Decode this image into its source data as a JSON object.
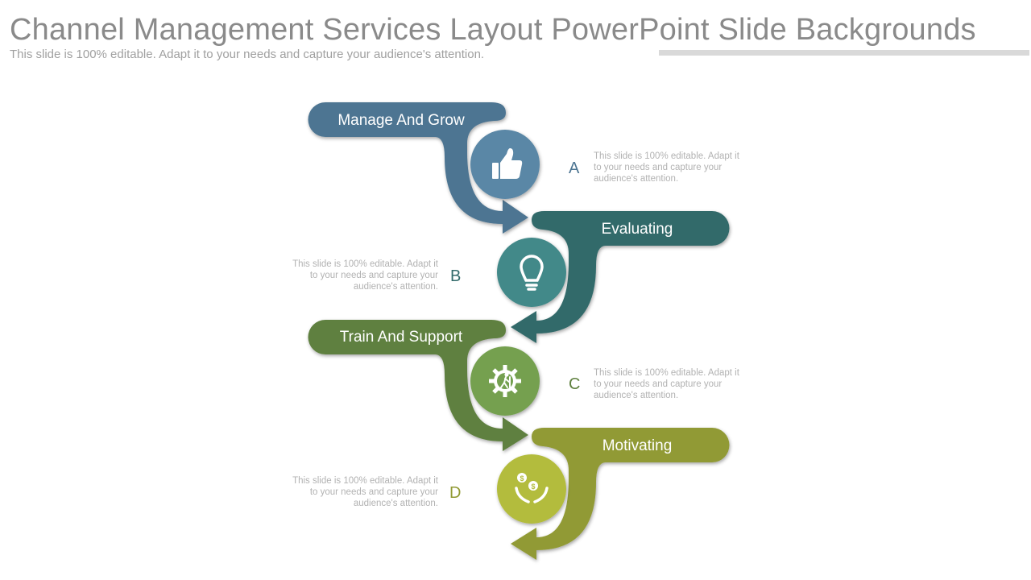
{
  "slide": {
    "title": "Channel Management Services Layout PowerPoint Slide Backgrounds",
    "subtitle": "This slide is 100% editable. Adapt it to your needs and capture your audience's attention."
  },
  "steps": [
    {
      "label": "Manage And Grow",
      "letter": "A",
      "description": "This slide is 100% editable. Adapt it to your needs and capture your audience's attention.",
      "icon": "thumbs-up-icon",
      "color": "#4d7592",
      "circle_color": "#5a87a6"
    },
    {
      "label": "Evaluating",
      "letter": "B",
      "description": "This slide is 100% editable. Adapt it to your needs and capture your audience's attention.",
      "icon": "lightbulb-icon",
      "color": "#336b6b",
      "circle_color": "#438989"
    },
    {
      "label": "Train And Support",
      "letter": "C",
      "description": "This slide is 100% editable. Adapt it to your needs and capture your audience's attention.",
      "icon": "gear-hiker-icon",
      "color": "#5f803f",
      "circle_color": "#74a050"
    },
    {
      "label": "Motivating",
      "letter": "D",
      "description": "This slide is 100% editable. Adapt it to your needs and capture your audience's attention.",
      "icon": "hands-coins-icon",
      "color": "#919a34",
      "circle_color": "#b3bc3c"
    }
  ]
}
